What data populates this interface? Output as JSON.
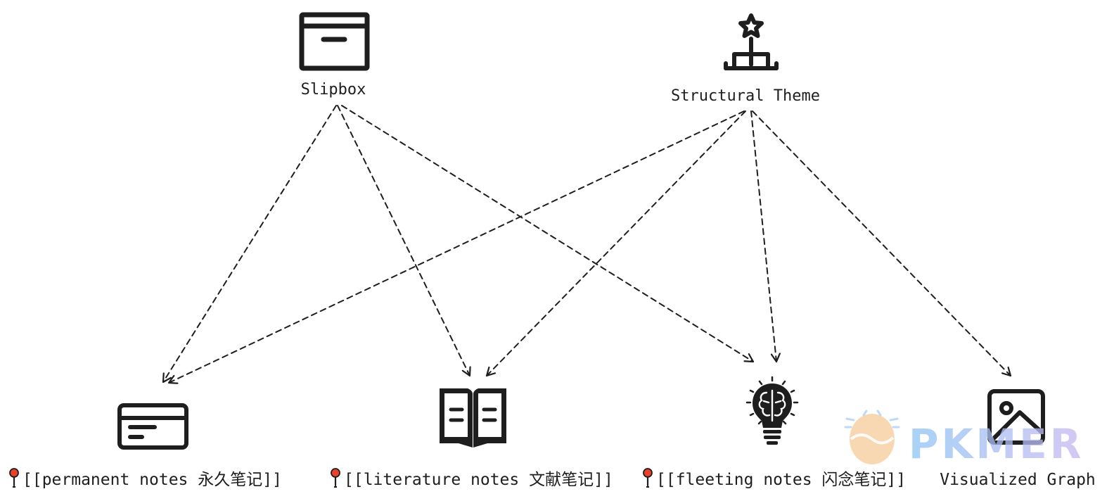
{
  "nodes": {
    "slipbox": {
      "label": "Slipbox",
      "icon": "archive-box-icon"
    },
    "structural_theme": {
      "label": "Structural Theme",
      "icon": "hierarchy-star-icon"
    },
    "permanent_notes": {
      "label": "[[permanent notes 永久笔记]]",
      "icon": "card-icon",
      "marker": "pin-icon"
    },
    "literature_notes": {
      "label": "[[literature notes 文献笔记]]",
      "icon": "open-book-icon",
      "marker": "pin-icon"
    },
    "fleeting_notes": {
      "label": "[[fleeting notes 闪念笔记]]",
      "icon": "brain-bulb-icon",
      "marker": "pin-icon"
    },
    "visualized_graph": {
      "label": "Visualized Graph",
      "icon": "image-icon"
    }
  },
  "edges": [
    {
      "from": "slipbox",
      "to": "permanent_notes",
      "style": "dashed"
    },
    {
      "from": "slipbox",
      "to": "literature_notes",
      "style": "dashed"
    },
    {
      "from": "slipbox",
      "to": "fleeting_notes",
      "style": "dashed"
    },
    {
      "from": "structural_theme",
      "to": "permanent_notes",
      "style": "dashed"
    },
    {
      "from": "structural_theme",
      "to": "literature_notes",
      "style": "dashed"
    },
    {
      "from": "structural_theme",
      "to": "fleeting_notes",
      "style": "dashed"
    },
    {
      "from": "structural_theme",
      "to": "visualized_graph",
      "style": "dashed"
    }
  ],
  "watermark": {
    "text": "PKMER",
    "color_start": "#8ec5f5",
    "color_end": "#c9b8f0",
    "logo_color": "#f4c58e"
  },
  "colors": {
    "stroke": "#1e1e1e",
    "pin_head": "#e8412c",
    "background": "#ffffff"
  }
}
